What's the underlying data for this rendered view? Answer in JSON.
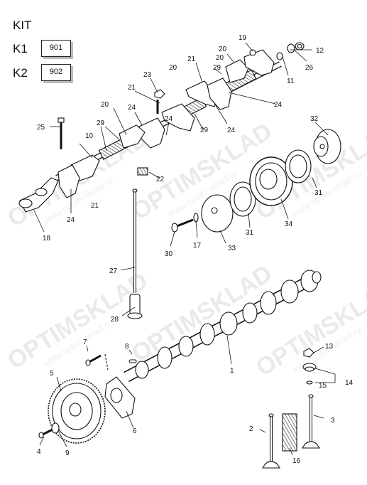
{
  "kit": {
    "title": "KIT",
    "rows": [
      {
        "label": "K1",
        "code": "901"
      },
      {
        "label": "K2",
        "code": "902"
      }
    ]
  },
  "watermark": {
    "brand": "OPTIMSKLAD",
    "url": "www.optim-sklad.ru"
  },
  "callouts": {
    "c1": "1",
    "c2": "2",
    "c3": "3",
    "c4": "4",
    "c5": "5",
    "c6": "6",
    "c7": "7",
    "c8": "8",
    "c9": "9",
    "c10": "10",
    "c11": "11",
    "c12": "12",
    "c13": "13",
    "c14": "14",
    "c15": "15",
    "c16": "16",
    "c17": "17",
    "c18": "18",
    "c19": "19",
    "c20": "20",
    "c21": "21",
    "c22": "22",
    "c23": "23",
    "c24": "24",
    "c25": "25",
    "c26": "26",
    "c27": "27",
    "c28": "28",
    "c29": "29",
    "c30": "30",
    "c31": "31",
    "c32": "32",
    "c33": "33",
    "c34": "34"
  }
}
